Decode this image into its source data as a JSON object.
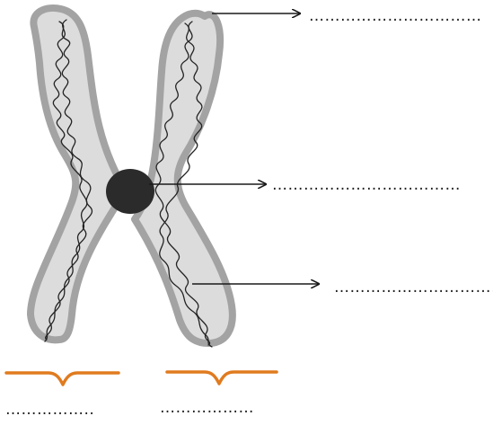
{
  "diagram": {
    "colors": {
      "chromatid_fill": "#dcdcdc",
      "chromatid_outline": "#a3a3a3",
      "centromere": "#2b2b2b",
      "dna_strand": "#222222",
      "arrow": "#1a1a1a",
      "brace": "#e07b1f"
    },
    "parts": [
      "chromatid-left",
      "chromatid-right",
      "centromere",
      "dna-coil-left",
      "dna-coil-right"
    ],
    "labels": {
      "arm_tip": "……………………………",
      "centromere": "………………………………",
      "dna": "……………………………",
      "left_chromatid": "……………..",
      "right_chromatid": "………………"
    }
  }
}
